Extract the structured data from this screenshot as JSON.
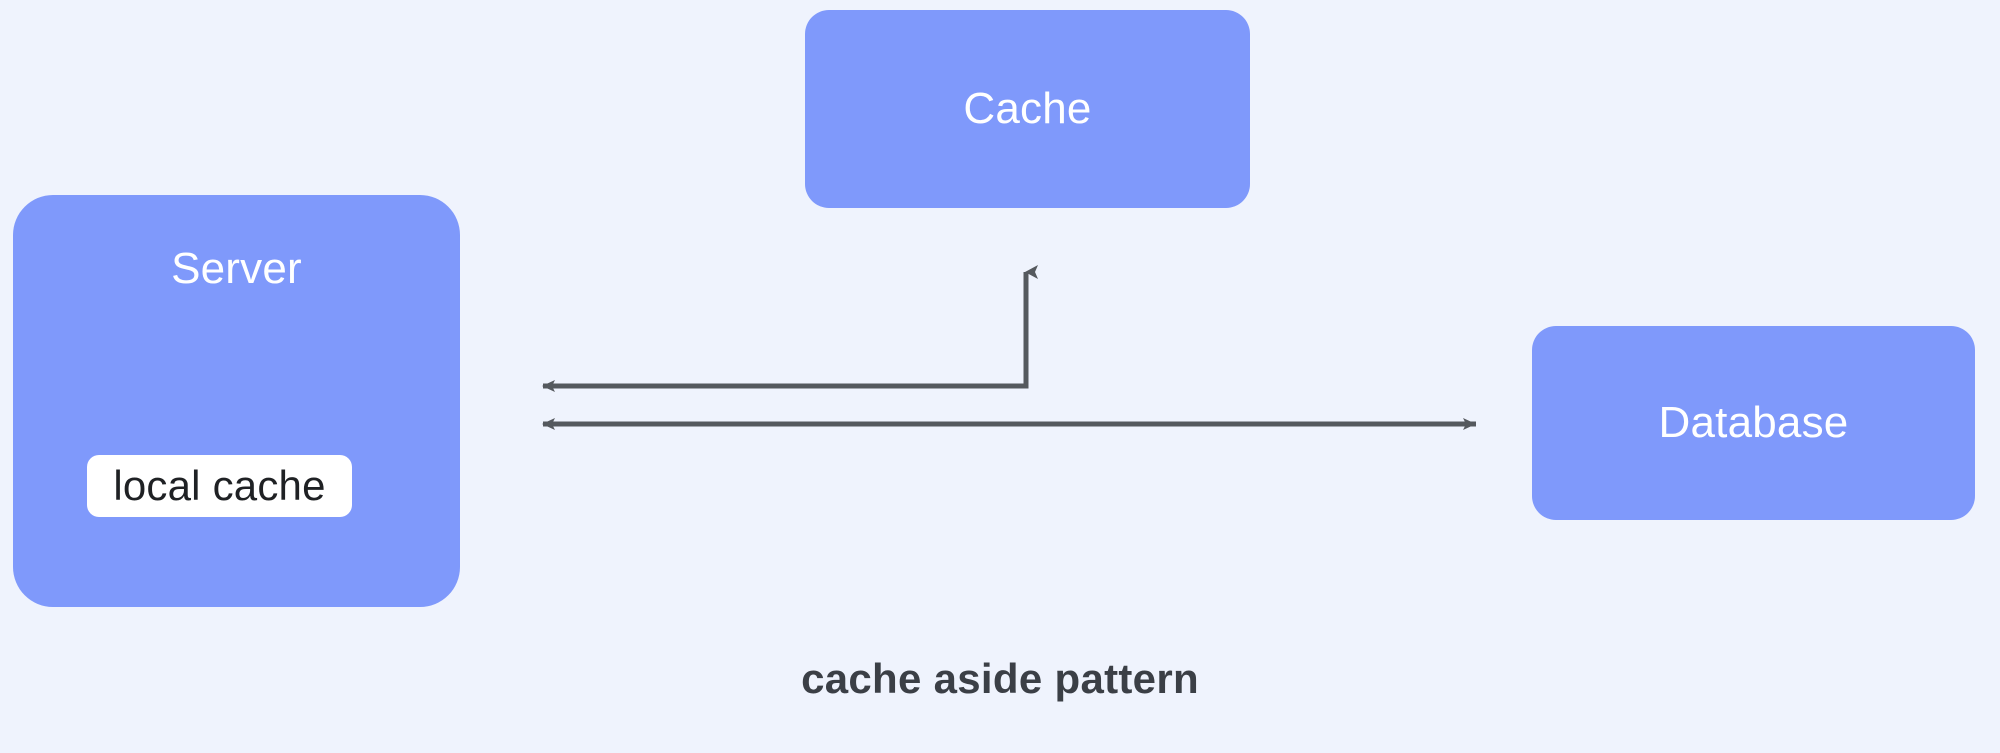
{
  "diagram": {
    "title": "cache aside pattern",
    "background_color": "#eff3fd",
    "node_color": "#7f99fb",
    "node_text_color": "#ffffff",
    "chip_color": "#ffffff",
    "chip_text_color": "#1f2124",
    "connector_color": "#55595e",
    "caption_color": "#3b3f46"
  },
  "nodes": {
    "server": {
      "label": "Server",
      "chip_label": "local cache"
    },
    "cache": {
      "label": "Cache"
    },
    "database": {
      "label": "Database"
    }
  },
  "connectors": [
    {
      "name": "server-to-cache-elbow",
      "from": "Server",
      "to": "Cache",
      "style": "elbow",
      "arrowheads": "both-ends"
    },
    {
      "name": "server-database-bidirectional",
      "from": "Server",
      "to": "Database",
      "style": "straight",
      "arrowheads": "both-ends"
    }
  ],
  "caption": {
    "text": "cache aside pattern"
  }
}
